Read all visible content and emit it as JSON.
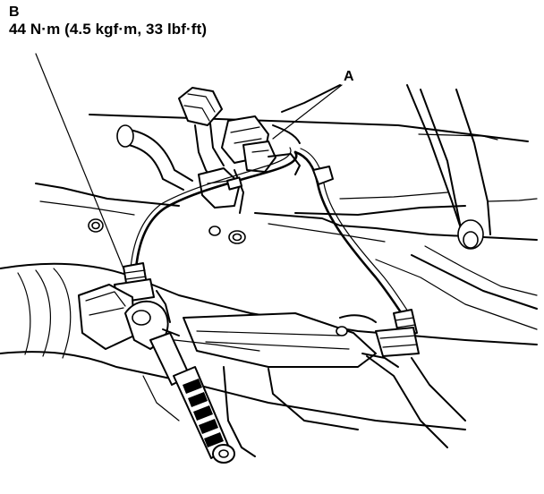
{
  "labels": {
    "b": "B",
    "torque": "44 N·m (4.5 kgf·m, 33 lbf·ft)",
    "a": "A"
  }
}
